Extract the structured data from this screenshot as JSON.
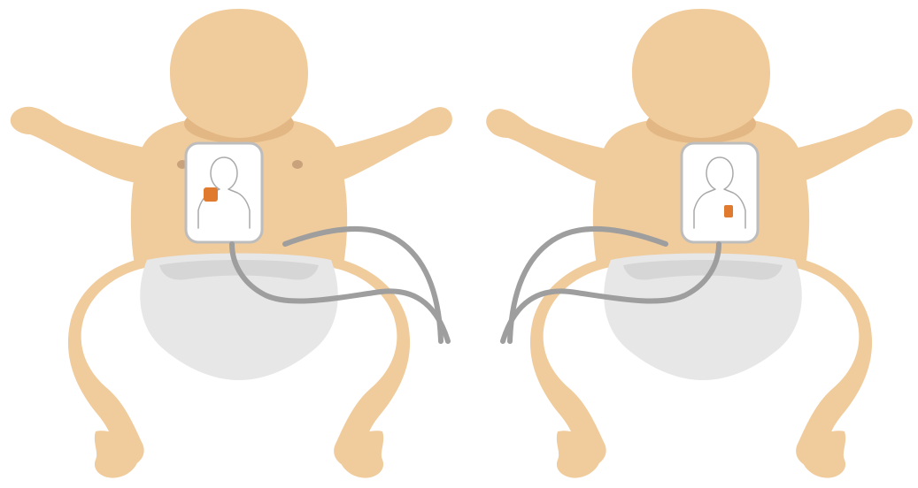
{
  "figure": {
    "type": "illustration",
    "views": [
      {
        "name": "infant-front",
        "pad_position": "chest"
      },
      {
        "name": "infant-back",
        "pad_position": "back"
      }
    ]
  },
  "colors": {
    "skin": "#f0cb9b",
    "skin_shadow": "#e3b783",
    "nipple": "#c9a27b",
    "diaper": "#e7e7e7",
    "diaper_shadow": "#d6d6d6",
    "pad_fill": "#ffffff",
    "pad_border": "#bdbdbd",
    "pad_outline_figure": "#a9a9a9",
    "pad_marker": "#e07a2f",
    "cable": "#9e9e9e"
  },
  "icons": {
    "infant_front": "infant-front-icon",
    "infant_back": "infant-back-icon",
    "pad": "electrode-pad-icon",
    "cable": "electrode-cable-icon"
  }
}
